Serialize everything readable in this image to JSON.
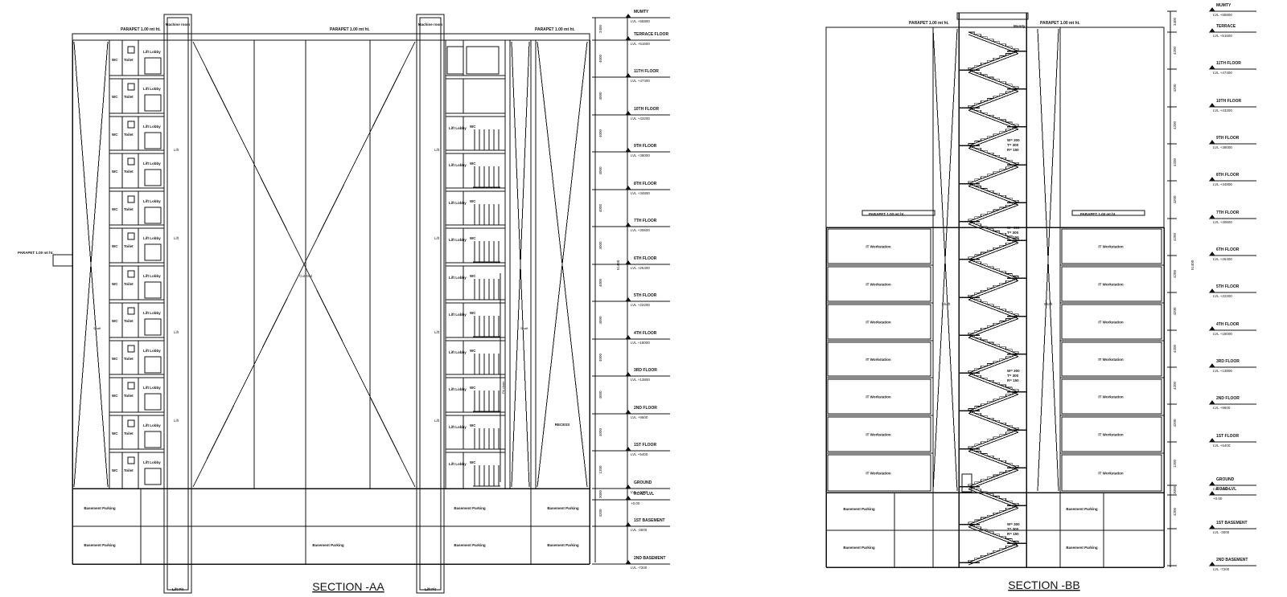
{
  "section_aa": {
    "title": "SECTION -AA",
    "parapet_left": "PARAPET 1.00 mt ht.",
    "parapet_mid": "PARAPET 1.00 mt ht.",
    "parapet_right": "PARAPET 1.00 mt ht.",
    "parapet_side": "PARAPET 1.00 mt ht.",
    "machine_room": "Machine room",
    "lift_pit": "Lift Pit",
    "cut_out": "Cut-Out",
    "shaft": "Shaft",
    "shaft_right": "Shaft",
    "pit_chute": "Pit chute",
    "recess": "RECESS",
    "lift": "Lift",
    "lift_lobby": "Lift Lobby",
    "wc": "WC",
    "toilet": "Toilet",
    "basement_parking": "Basement Parking",
    "total_height": "51400",
    "floor_heights": [
      "3400",
      "4000",
      "4000",
      "4000",
      "4000",
      "4000",
      "4000",
      "4000",
      "4000",
      "4000",
      "4000",
      "4000",
      "1200",
      "3000",
      "4200"
    ],
    "levels": [
      {
        "name": "MUMTY",
        "lvl": "LVL +55800"
      },
      {
        "name": "TERRACE FLOOR",
        "lvl": "LVL +51600"
      },
      {
        "name": "11TH FLOOR",
        "lvl": "LVL +47400"
      },
      {
        "name": "10TH FLOOR",
        "lvl": "LVL +43200"
      },
      {
        "name": "9TH FLOOR",
        "lvl": "LVL +39000"
      },
      {
        "name": "8TH FLOOR",
        "lvl": "LVL +34800"
      },
      {
        "name": "7TH FLOOR",
        "lvl": "LVL +30600"
      },
      {
        "name": "6TH FLOOR",
        "lvl": "LVL +26400"
      },
      {
        "name": "5TH FLOOR",
        "lvl": "LVL +22200"
      },
      {
        "name": "4TH FLOOR",
        "lvl": "LVL +18000"
      },
      {
        "name": "3RD FLOOR",
        "lvl": "LVL +13800"
      },
      {
        "name": "2ND FLOOR",
        "lvl": "LVL +9600"
      },
      {
        "name": "1ST FLOOR",
        "lvl": "LVL +5400"
      },
      {
        "name": "GROUND",
        "lvl": "LVL +1200"
      },
      {
        "name": "ROAD LVL",
        "lvl": "+0.00"
      },
      {
        "name": "1ST BASEMENT",
        "lvl": "LVL -3000"
      },
      {
        "name": "2ND BASEMENT",
        "lvl": "LVL -7200"
      }
    ]
  },
  "section_bb": {
    "title": "SECTION -BB",
    "parapet_top_left": "PARAPET 1.00 mt ht.",
    "parapet_top_right": "PARAPET 1.00 mt ht.",
    "parapet_low_left": "PARAPET 1.00 mt ht.",
    "parapet_low_right": "PARAPET 1.00 mt ht.",
    "mumty": "Mumty",
    "shaft": "Shaft",
    "it_workstation": "IT Workstation",
    "basement_parking": "Basement Parking",
    "stair_note": [
      "W= 300",
      "T= 300",
      "R= 150"
    ],
    "total_height": "51400",
    "floor_heights": [
      "3400",
      "4200",
      "4200",
      "4200",
      "4200",
      "4200",
      "4200",
      "4200",
      "4200",
      "4200",
      "4200",
      "4200",
      "1200",
      "3000",
      "4200"
    ],
    "levels": [
      {
        "name": "MUMTY",
        "lvl": "LVL +55800"
      },
      {
        "name": "TERRACE",
        "lvl": "LVL +51600"
      },
      {
        "name": "11TH FLOOR",
        "lvl": "LVL +47400"
      },
      {
        "name": "10TH FLOOR",
        "lvl": "LVL +43200"
      },
      {
        "name": "9TH FLOOR",
        "lvl": "LVL +39000"
      },
      {
        "name": "8TH FLOOR",
        "lvl": "LVL +34800"
      },
      {
        "name": "7TH FLOOR",
        "lvl": "LVL +30600"
      },
      {
        "name": "6TH FLOOR",
        "lvl": "LVL +26400"
      },
      {
        "name": "5TH FLOOR",
        "lvl": "LVL +22200"
      },
      {
        "name": "4TH FLOOR",
        "lvl": "LVL +18000"
      },
      {
        "name": "3RD FLOOR",
        "lvl": "LVL +13800"
      },
      {
        "name": "2ND FLOOR",
        "lvl": "LVL +9600"
      },
      {
        "name": "1ST FLOOR",
        "lvl": "LVL +5400"
      },
      {
        "name": "GROUND",
        "lvl": "LVL +1200"
      },
      {
        "name": "ROAD LVL",
        "lvl": "+0.00"
      },
      {
        "name": "1ST BASEMENT",
        "lvl": "LVL -3000"
      },
      {
        "name": "2ND BASEMENT",
        "lvl": "LVL -7200"
      }
    ]
  }
}
